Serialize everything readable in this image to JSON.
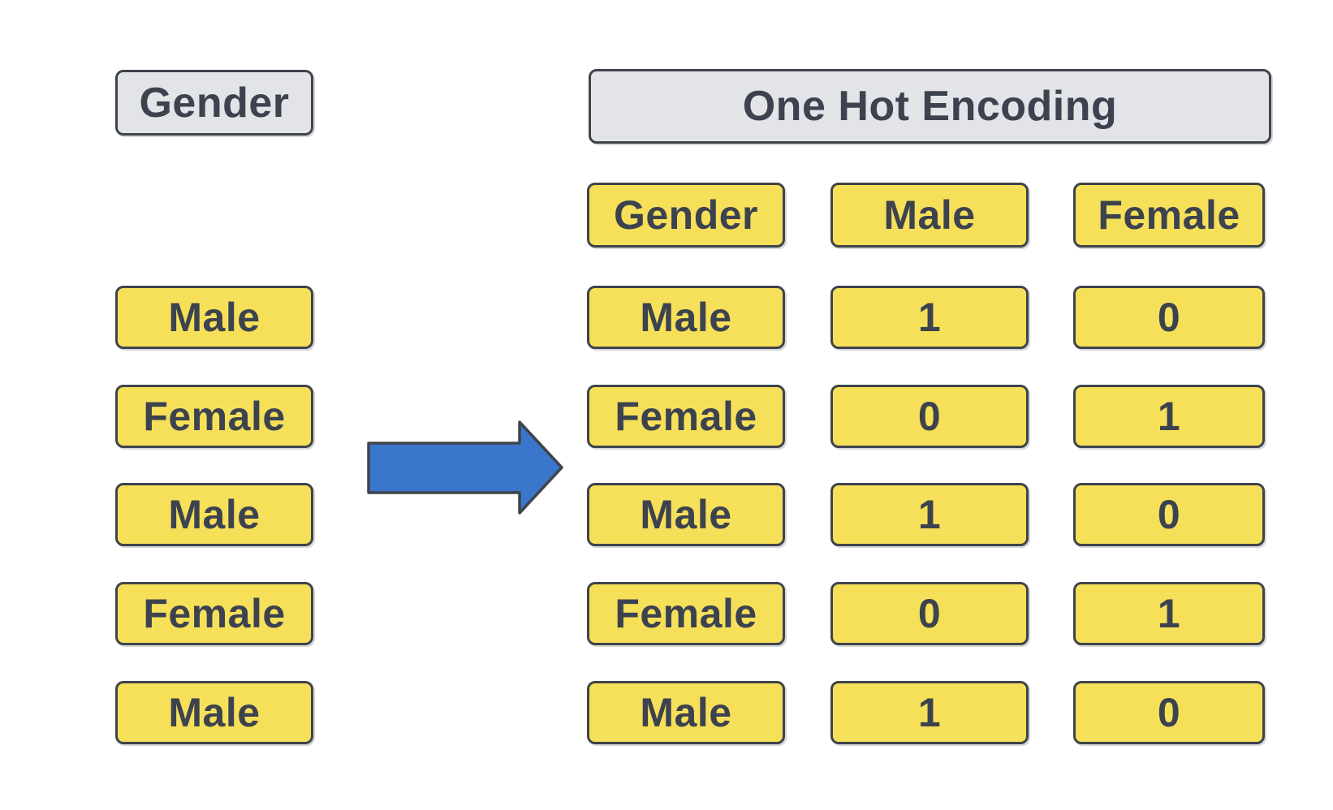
{
  "colors": {
    "yellow": "#F6E05A",
    "gray": "#E2E4E8",
    "border": "#3F444B",
    "text": "#3C434E",
    "arrow": "#3A76CB",
    "background": "#FFFFFF"
  },
  "left_table": {
    "header": "Gender",
    "rows": [
      "Male",
      "Female",
      "Male",
      "Female",
      "Male"
    ]
  },
  "right_table": {
    "header": "One Hot Encoding",
    "columns": [
      "Gender",
      "Male",
      "Female"
    ],
    "rows": [
      [
        "Male",
        "1",
        "0"
      ],
      [
        "Female",
        "0",
        "1"
      ],
      [
        "Male",
        "1",
        "0"
      ],
      [
        "Female",
        "0",
        "1"
      ],
      [
        "Male",
        "1",
        "0"
      ]
    ]
  }
}
